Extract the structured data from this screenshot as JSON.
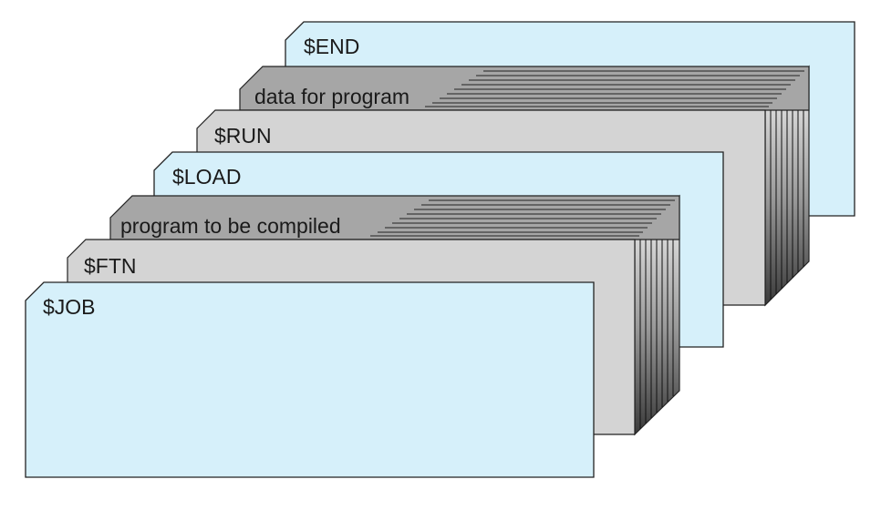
{
  "cards": [
    {
      "id": "end",
      "label": "$END",
      "kind": "control",
      "fill": "#d6f0fa"
    },
    {
      "id": "data",
      "label": "data for program",
      "kind": "deck",
      "fill": "#a6a6a6"
    },
    {
      "id": "run",
      "label": "$RUN",
      "kind": "control",
      "fill": "#d4d4d4"
    },
    {
      "id": "load",
      "label": "$LOAD",
      "kind": "control",
      "fill": "#d6f0fa"
    },
    {
      "id": "prog",
      "label": "program to be compiled",
      "kind": "deck",
      "fill": "#a6a6a6"
    },
    {
      "id": "ftn",
      "label": "$FTN",
      "kind": "control",
      "fill": "#d4d4d4"
    },
    {
      "id": "job",
      "label": "$JOB",
      "kind": "control",
      "fill": "#d6f0fa"
    }
  ],
  "colors": {
    "stroke": "#222222",
    "light_blue": "#d6f0fa",
    "light_gray": "#d4d4d4",
    "dark_gray": "#a6a6a6"
  }
}
